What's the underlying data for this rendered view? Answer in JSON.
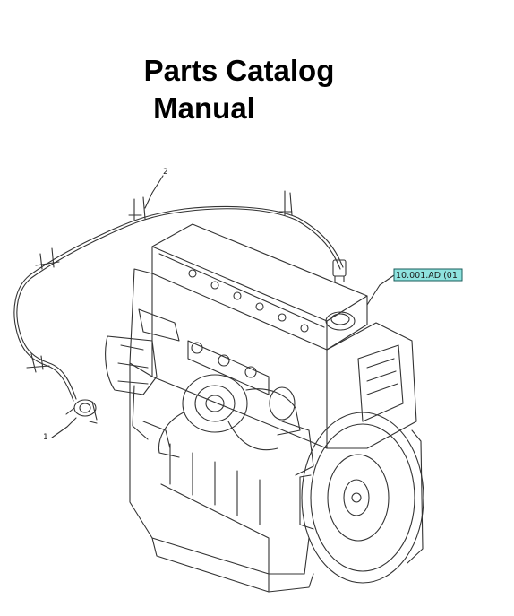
{
  "document": {
    "title_line1": "Parts Catalog",
    "title_line2": "Manual"
  },
  "drawing": {
    "callouts": [
      {
        "number": "1"
      },
      {
        "number": "2"
      }
    ],
    "reference_tag": "10.001.AD (01"
  },
  "colors": {
    "line": "#333333",
    "reference_fill": "#8fe3df",
    "reference_border": "#1a5e5b"
  }
}
